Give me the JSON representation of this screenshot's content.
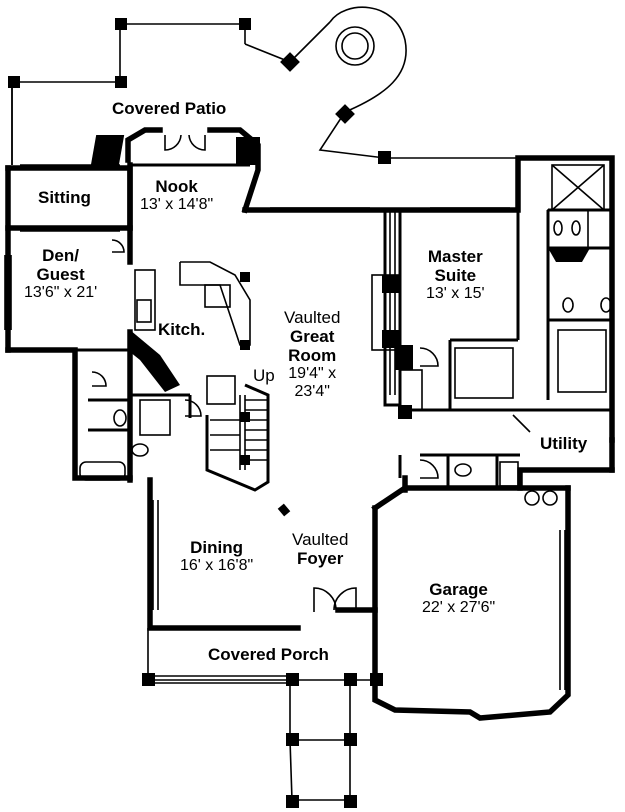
{
  "rooms": {
    "covered_patio": {
      "name": "Covered Patio"
    },
    "nook": {
      "name": "Nook",
      "dim": "13' x 14'8\""
    },
    "sitting": {
      "name": "Sitting"
    },
    "den_guest": {
      "name1": "Den/",
      "name2": "Guest",
      "dim": "13'6\" x 21'"
    },
    "kitchen": {
      "name": "Kitch."
    },
    "great_room": {
      "line1": "Vaulted",
      "line2": "Great",
      "line3": "Room",
      "dim1": "19'4\" x",
      "dim2": "23'4\""
    },
    "master_suite": {
      "name1": "Master",
      "name2": "Suite",
      "dim": "13' x 15'"
    },
    "utility": {
      "name": "Utility"
    },
    "stair": {
      "label": "Up"
    },
    "dining": {
      "name": "Dining",
      "dim": "16' x 16'8\""
    },
    "foyer": {
      "line1": "Vaulted",
      "line2": "Foyer"
    },
    "garage": {
      "name": "Garage",
      "dim": "22' x 27'6\""
    },
    "covered_porch": {
      "name": "Covered Porch"
    }
  },
  "colors": {
    "wall": "#000000",
    "background": "#ffffff"
  }
}
